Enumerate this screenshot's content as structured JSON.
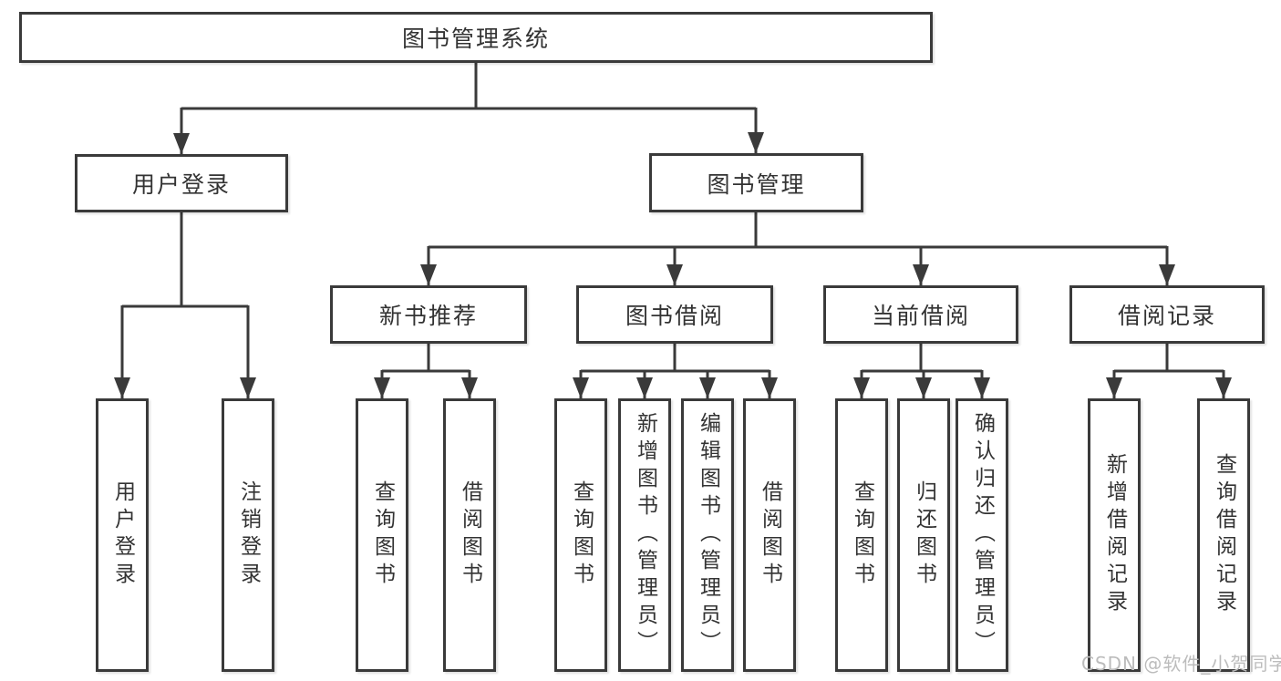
{
  "colors": {
    "line": "#3a3a3a",
    "text": "#333333",
    "box_bg": "#ffffff",
    "page_bg": "#ffffff",
    "watermark": "#bcbcbc"
  },
  "diagram": {
    "root_label": "图书管理系统",
    "user_login": {
      "label": "用户登录",
      "children": {
        "login": "用户登录",
        "logout": "注销登录"
      }
    },
    "book_management": {
      "label": "图书管理",
      "sections": {
        "new_books": {
          "label": "新书推荐",
          "children": {
            "query": "查询图书",
            "borrow": "借阅图书"
          }
        },
        "book_borrow": {
          "label": "图书借阅",
          "children": {
            "query": "查询图书",
            "add": "新增图书（管理员）",
            "edit": "编辑图书（管理员）",
            "borrow": "借阅图书"
          }
        },
        "current_borrow": {
          "label": "当前借阅",
          "children": {
            "query": "查询图书",
            "return": "归还图书",
            "confirm": "确认归还（管理员）"
          }
        },
        "borrow_records": {
          "label": "借阅记录",
          "children": {
            "add": "新增借阅记录",
            "query": "查询借阅记录"
          }
        }
      }
    },
    "watermark": "CSDN @软件_小贺同学"
  }
}
